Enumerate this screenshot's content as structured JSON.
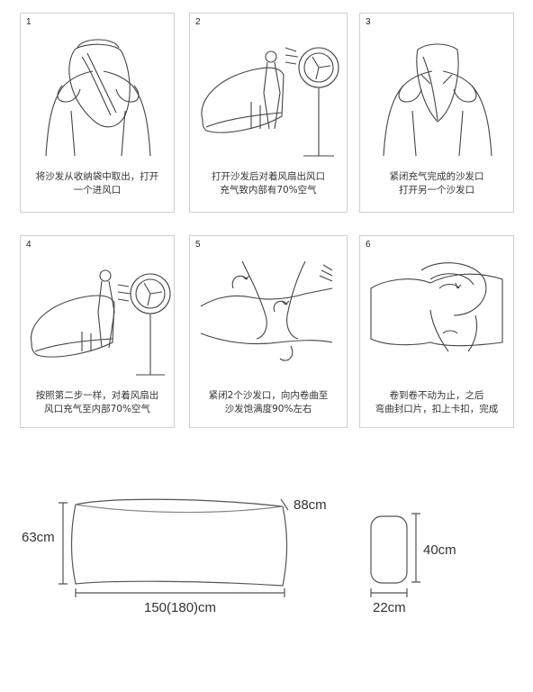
{
  "steps": [
    {
      "num": "1",
      "line1": "将沙发从收纳袋中取出，打开",
      "line2": "一个进风口"
    },
    {
      "num": "2",
      "line1": "打开沙发后对着风扇出风口",
      "line2": "充气致内部有70%空气"
    },
    {
      "num": "3",
      "line1": "紧闭充气完成的沙发口",
      "line2": "打开另一个沙发口"
    },
    {
      "num": "4",
      "line1": "按照第二步一样，对着风扇出",
      "line2": "风口充气至内部70%空气"
    },
    {
      "num": "5",
      "line1": "紧闭2个沙发口，向内卷曲至",
      "line2": "沙发饱满度90%左右"
    },
    {
      "num": "6",
      "line1": "卷到卷不动为止，之后",
      "line2": "弯曲封口片，扣上卡扣，完成"
    }
  ],
  "dimensions": {
    "sofa_height": "63cm",
    "sofa_depth": "88cm",
    "sofa_length": "150(180)cm",
    "bag_height": "40cm",
    "bag_width": "22cm"
  }
}
